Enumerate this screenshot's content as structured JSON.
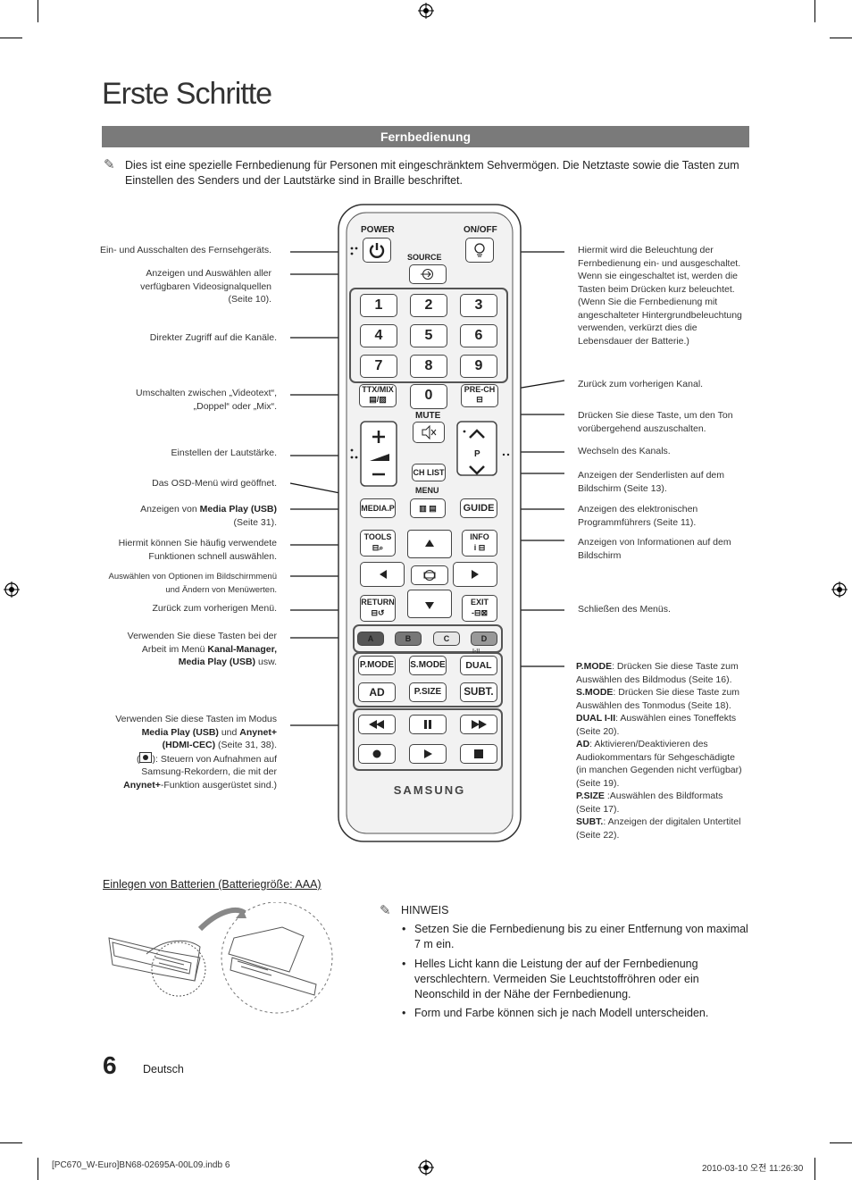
{
  "page": {
    "title": "Erste Schritte",
    "section_header": "Fernbedienung",
    "intro": "Dies ist eine spezielle Fernbedienung für Personen mit eingeschränktem Sehvermögen. Die Netztaste sowie die Tasten zum Einstellen des Senders und der Lautstärke sind in Braille beschriftet.",
    "page_number": "6",
    "language": "Deutsch",
    "footer_file": "[PC670_W-Euro]BN68-02695A-00L09.indb   6",
    "footer_date": "2010-03-10   오전 11:26:30"
  },
  "left_labels": {
    "power": "Ein- und Ausschalten des Fernsehgeräts.",
    "source_1": "Anzeigen und Auswählen aller",
    "source_2": "verfügbaren Videosignalquellen",
    "source_3": "(Seite 10).",
    "numbers": "Direkter Zugriff auf die Kanäle.",
    "ttx_1": "Umschalten zwischen „Videotext“,",
    "ttx_2": "„Doppel“ oder „Mix“.",
    "volume": "Einstellen der Lautstärke.",
    "menu": "Das OSD-Menü wird geöffnet.",
    "media_1_pre": "Anzeigen von ",
    "media_1_bold": "Media Play (USB)",
    "media_2": "(Seite 31).",
    "tools_1": "Hiermit können Sie häufig verwendete",
    "tools_2": "Funktionen schnell auswählen.",
    "nav_1": "Auswählen von Optionen im Bildschirmmenü",
    "nav_2": "und Ändern von Menüwerten.",
    "return": "Zurück zum vorherigen Menü.",
    "color_1": "Verwenden Sie diese Tasten bei der",
    "color_2_pre": "Arbeit im Menü ",
    "color_2_bold": "Kanal-Manager,",
    "color_3_bold": "Media Play (USB)",
    "color_3_post": " usw.",
    "media_ctrl_1": "Verwenden Sie diese Tasten im Modus",
    "media_ctrl_2_bold1": "Media Play (USB)",
    "media_ctrl_2_mid": " und ",
    "media_ctrl_2_bold2": "Anynet+",
    "media_ctrl_3_bold": "(HDMI-CEC)",
    "media_ctrl_3_post": " (Seite 31, 38).",
    "media_ctrl_4_pre": "(",
    "media_ctrl_4_post": "): Steuern von Aufnahmen auf",
    "media_ctrl_5": "Samsung-Rekordern, die mit der",
    "media_ctrl_6_bold": "Anynet+",
    "media_ctrl_6_post": "-Funktion ausgerüstet sind.)"
  },
  "right_labels": {
    "onoff_1": "Hiermit wird die Beleuchtung der",
    "onoff_2": "Fernbedienung ein- und ausgeschaltet.",
    "onoff_3": "Wenn sie eingeschaltet ist, werden die",
    "onoff_4": "Tasten beim Drücken kurz beleuchtet.",
    "onoff_5": "(Wenn Sie die Fernbedienung mit",
    "onoff_6": "angeschalteter Hintergrundbeleuchtung",
    "onoff_7": "verwenden, verkürzt dies die",
    "onoff_8": "Lebensdauer der Batterie.)",
    "prech": "Zurück zum vorherigen Kanal.",
    "mute_1": "Drücken Sie diese Taste, um den Ton",
    "mute_2": "vorübergehend auszuschalten.",
    "channel": "Wechseln des Kanals.",
    "chlist_1": "Anzeigen der Senderlisten auf dem",
    "chlist_2": "Bildschirm (Seite 13).",
    "guide_1": "Anzeigen des elektronischen",
    "guide_2": "Programmführers (Seite 11).",
    "info_1": "Anzeigen von Informationen auf dem",
    "info_2": "Bildschirm",
    "exit": "Schließen des Menüs.",
    "pmode_b": "P.MODE",
    "pmode_1": ": Drücken Sie diese Taste zum",
    "pmode_2": "Auswählen des Bildmodus (Seite 16).",
    "smode_b": "S.MODE",
    "smode_1": ": Drücken Sie diese Taste zum",
    "smode_2": "Auswählen des Tonmodus (Seite 18).",
    "dual_b": "DUAL I-II",
    "dual_1": ": Auswählen eines Toneffekts",
    "dual_2": "(Seite 20).",
    "ad_b": "AD",
    "ad_1": ": Aktivieren/Deaktivieren des",
    "ad_2": "Audiokommentars für Sehgeschädigte",
    "ad_3": "(in manchen Gegenden nicht verfügbar)",
    "ad_4": "(Seite 19).",
    "psize_b": "P.SIZE",
    "psize_1": " :Auswählen des Bildformats",
    "psize_2": "(Seite 17).",
    "subt_b": "SUBT.",
    "subt_1": ": Anzeigen der digitalen Untertitel",
    "subt_2": "(Seite 22)."
  },
  "remote": {
    "power": "POWER",
    "onoff": "ON/OFF",
    "source": "SOURCE",
    "digits": [
      "1",
      "2",
      "3",
      "4",
      "5",
      "6",
      "7",
      "8",
      "9"
    ],
    "zero": "0",
    "ttx": "TTX/MIX",
    "prech": "PRE-CH",
    "mute": "MUTE",
    "p": "P",
    "chlist": "CH LIST",
    "menu": "MENU",
    "mediap": "MEDIA.P",
    "guide": "GUIDE",
    "tools": "TOOLS",
    "info": "INFO",
    "return": "RETURN",
    "exit": "EXIT",
    "colors": [
      "A",
      "B",
      "C",
      "D"
    ],
    "pmode": "P.MODE",
    "smode": "S.MODE",
    "dual": "DUAL",
    "dual_sub": "I-II",
    "ad": "AD",
    "psize": "P.SIZE",
    "subt": "SUBT.",
    "brand": "SAMSUNG"
  },
  "battery": {
    "heading": "Einlegen von Batterien (Batteriegröße: AAA)",
    "note_title": "HINWEIS",
    "bullets": [
      "Setzen Sie die Fernbedienung bis zu einer Entfernung von maximal 7 m ein.",
      "Helles Licht kann die Leistung der auf der Fernbedienung verschlechtern. Vermeiden Sie Leuchtstoffröhren oder ein Neonschild in der Nähe der Fernbedienung.",
      "Form und Farbe können sich je nach Modell unterscheiden."
    ]
  },
  "colors": {
    "header_bar": "#7a7a7a",
    "color_key_a": "#555555",
    "color_key_b": "#777777"
  }
}
